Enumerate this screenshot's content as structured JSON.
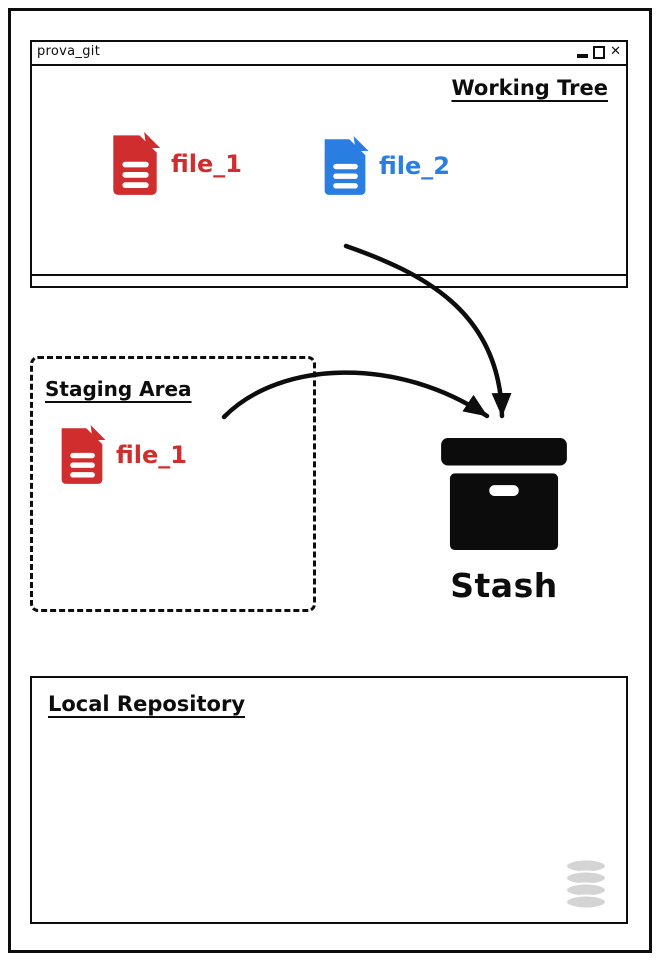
{
  "window": {
    "title": "prova_git",
    "controls": {
      "close_glyph": "✕"
    },
    "working_tree": {
      "label": "Working Tree",
      "files": [
        {
          "name": "file_1",
          "color": "#d02e2e"
        },
        {
          "name": "file_2",
          "color": "#2a7de1"
        }
      ]
    }
  },
  "staging_area": {
    "label": "Staging Area",
    "files": [
      {
        "name": "file_1",
        "color": "#d02e2e"
      }
    ]
  },
  "stash": {
    "label": "Stash",
    "color": "#0c0c0c"
  },
  "local_repository": {
    "label": "Local Repository"
  },
  "icons": {
    "file": "document-file-icon",
    "stash": "archive-box-icon",
    "database": "database-cylinder-icon",
    "minimize": "minimize-icon",
    "maximize": "maximize-icon",
    "close": "close-icon"
  }
}
